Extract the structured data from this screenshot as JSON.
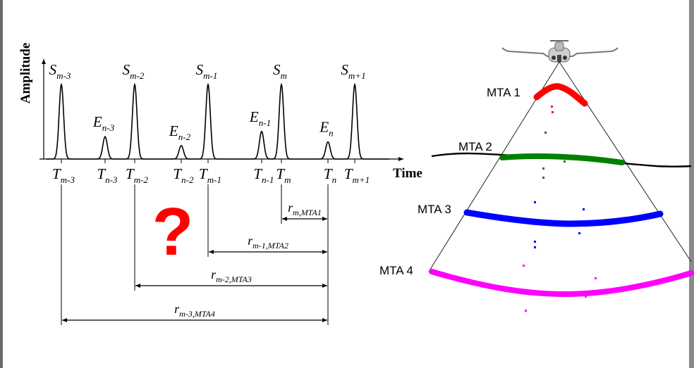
{
  "colors": {
    "mta1": "#ff0000",
    "mta2": "#008000",
    "mta3": "#0000ff",
    "mta4": "#ff00ff",
    "question": "#ff0000",
    "frame": "#555555"
  },
  "icons": {
    "aircraft": "airplane-icon",
    "question": "question-mark"
  },
  "pulse_plot": {
    "ylabel": "Amplitude",
    "xlabel": "Time",
    "peaks": [
      {
        "id": "s_m3",
        "label": "S",
        "sub": "m-3",
        "amplitude": 1.0
      },
      {
        "id": "e_n3",
        "label": "E",
        "sub": "n-3",
        "amplitude": 0.3
      },
      {
        "id": "s_m2",
        "label": "S",
        "sub": "m-2",
        "amplitude": 1.0
      },
      {
        "id": "e_n2",
        "label": "E",
        "sub": "n-2",
        "amplitude": 0.18
      },
      {
        "id": "s_m1",
        "label": "S",
        "sub": "m-1",
        "amplitude": 1.0
      },
      {
        "id": "e_n1",
        "label": "E",
        "sub": "n-1",
        "amplitude": 0.37
      },
      {
        "id": "s_m",
        "label": "S",
        "sub": "m",
        "amplitude": 1.0
      },
      {
        "id": "e_n",
        "label": "E",
        "sub": "n",
        "amplitude": 0.23
      },
      {
        "id": "s_m_1",
        "label": "S",
        "sub": "m+1",
        "amplitude": 1.0
      }
    ],
    "times": [
      {
        "label": "T",
        "sub": "m-3"
      },
      {
        "label": "T",
        "sub": "n-3"
      },
      {
        "label": "T",
        "sub": "m-2"
      },
      {
        "label": "T",
        "sub": "n-2"
      },
      {
        "label": "T",
        "sub": "m-1"
      },
      {
        "label": "T",
        "sub": "n-1"
      },
      {
        "label": "T",
        "sub": "m"
      },
      {
        "label": "T",
        "sub": "n"
      },
      {
        "label": "T",
        "sub": "m+1"
      }
    ],
    "ranges": [
      {
        "label": "r",
        "sub": "m,MTA1"
      },
      {
        "label": "r",
        "sub": "m-1,MTA2"
      },
      {
        "label": "r",
        "sub": "m-2,MTA3"
      },
      {
        "label": "r",
        "sub": "m-3,MTA4"
      }
    ],
    "question": "?"
  },
  "mta_zones": [
    {
      "label": "MTA 1"
    },
    {
      "label": "MTA 2"
    },
    {
      "label": "MTA 3"
    },
    {
      "label": "MTA 4"
    }
  ]
}
